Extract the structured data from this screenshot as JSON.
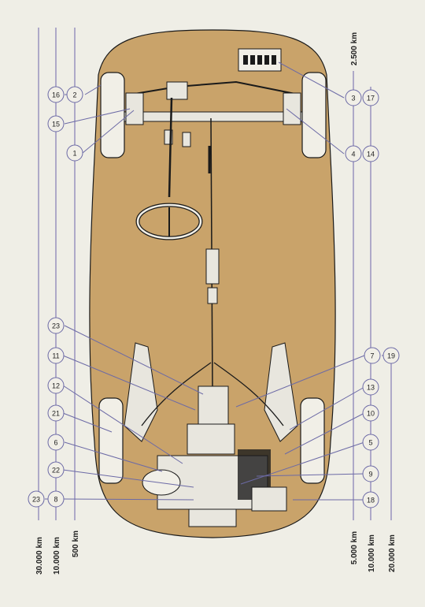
{
  "colors": {
    "background": "#efeee6",
    "car_body": "#c9a36a",
    "line": "#1a1a1a",
    "mechanical": "#e8e6de"
  },
  "intervals": {
    "left": [
      "30.000 km",
      "10.000 km",
      "500 km"
    ],
    "right_top": "2.500 km",
    "right": [
      "5.000 km",
      "10.000 km",
      "20.000 km"
    ]
  },
  "callouts_left": [
    "16",
    "2",
    "15",
    "1",
    "23",
    "11",
    "12",
    "21",
    "6",
    "22",
    "23",
    "8"
  ],
  "callouts_right": [
    "3",
    "17",
    "4",
    "14",
    "7",
    "19",
    "13",
    "10",
    "5",
    "9",
    "18"
  ]
}
